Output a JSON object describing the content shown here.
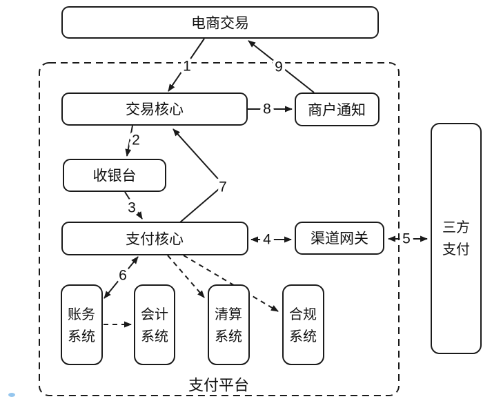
{
  "colors": {
    "line": "#1a1a1a",
    "background": "#ffffff",
    "artifact_dot": "#7ab8ea"
  },
  "container": {
    "label": "支付平台"
  },
  "nodes": {
    "ecommerce": {
      "label": "电商交易"
    },
    "trade_core": {
      "label": "交易核心"
    },
    "merchant_notify": {
      "label": "商户通知"
    },
    "cashier": {
      "label": "收银台"
    },
    "payment_core": {
      "label": "支付核心"
    },
    "channel_gateway": {
      "label": "渠道网关"
    },
    "ledger_system": {
      "line1": "账务",
      "line2": "系统"
    },
    "accounting_system": {
      "line1": "会计",
      "line2": "系统"
    },
    "clearing_system": {
      "line1": "清算",
      "line2": "系统"
    },
    "compliance_system": {
      "line1": "合规",
      "line2": "系统"
    },
    "third_party_payment": {
      "line1": "三方",
      "line2": "支付"
    }
  },
  "edge_labels": {
    "step1": "1",
    "step2": "2",
    "step3": "3",
    "step4": "4",
    "step5": "5",
    "step6": "6",
    "step7": "7",
    "step8": "8",
    "step9": "9"
  }
}
